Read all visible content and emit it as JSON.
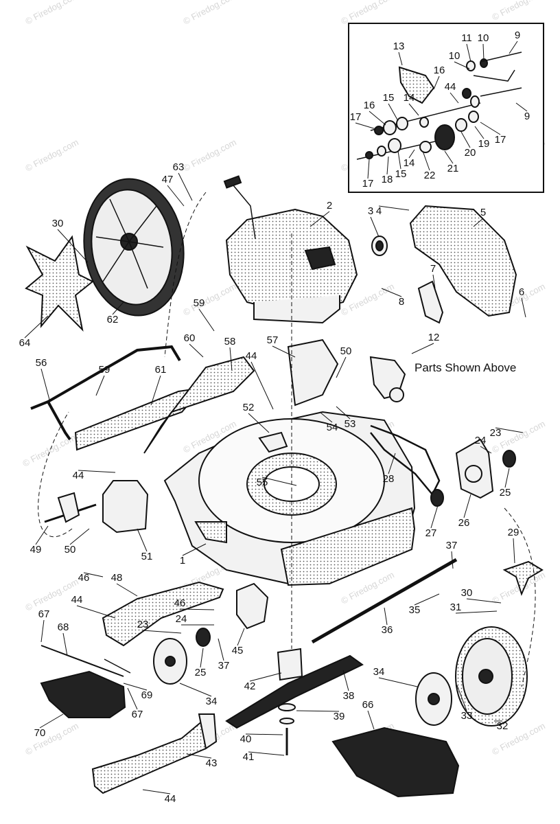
{
  "watermark": "© Firedog.com",
  "inset_caption": "Parts Shown Above",
  "callouts": [
    "1",
    "2",
    "3",
    "4",
    "5",
    "6",
    "7",
    "8",
    "9",
    "10",
    "11",
    "12",
    "13",
    "14",
    "15",
    "16",
    "17",
    "18",
    "19",
    "20",
    "21",
    "22",
    "23",
    "24",
    "25",
    "26",
    "27",
    "28",
    "29",
    "30",
    "31",
    "32",
    "33",
    "34",
    "35",
    "36",
    "37",
    "38",
    "39",
    "40",
    "41",
    "42",
    "43",
    "44",
    "45",
    "46",
    "47",
    "48",
    "49",
    "50",
    "51",
    "52",
    "53",
    "54",
    "55",
    "56",
    "57",
    "58",
    "59",
    "60",
    "61",
    "62",
    "63",
    "64",
    "66",
    "67",
    "68",
    "69",
    "70"
  ]
}
